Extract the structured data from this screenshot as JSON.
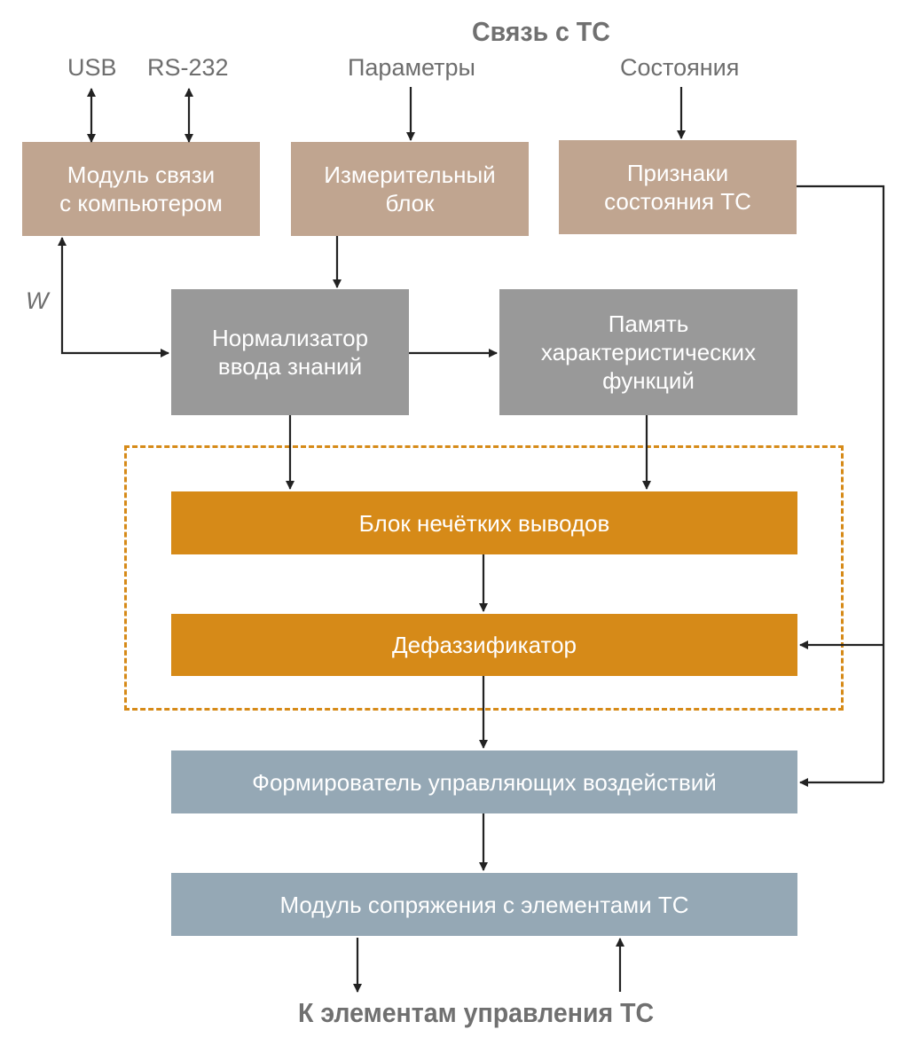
{
  "header": {
    "title": "Связь с ТС",
    "usb": "USB",
    "rs232": "RS-232",
    "params": "Параметры",
    "states": "Состояния"
  },
  "w_label": "W",
  "blocks": {
    "comm_module": [
      "Модуль связи",
      "с компьютером"
    ],
    "measure": [
      "Измерительный",
      "блок"
    ],
    "state_signs": [
      "Признаки",
      "состояния ТС"
    ],
    "normalizer": [
      "Нормализатор",
      "ввода знаний"
    ],
    "memory": [
      "Память",
      "характеристических",
      "функций"
    ],
    "fuzzy": "Блок нечётких выводов",
    "defuzz": "Дефаззификатор",
    "former": "Формирователь управляющих воздействий",
    "interface": "Модуль сопряжения с элементами ТС"
  },
  "footer": "К элементам управления ТС",
  "colors": {
    "tan": "#c0a590",
    "gray": "#999999",
    "orange": "#d68a18",
    "blue": "#95a8b5",
    "line": "#222222",
    "text": "#6e6e6e"
  }
}
